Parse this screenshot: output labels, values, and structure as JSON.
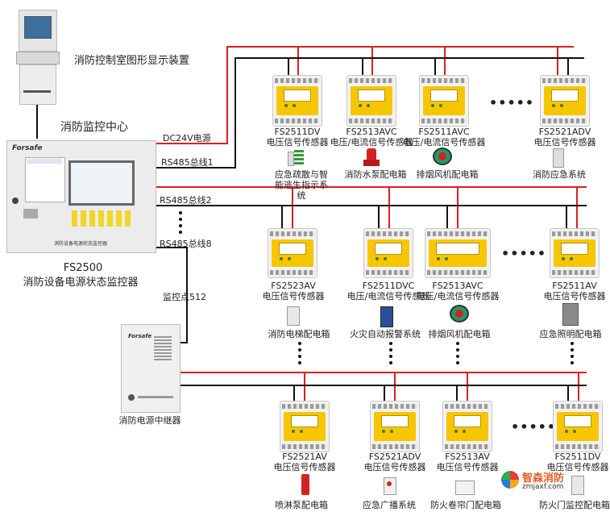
{
  "display_unit": {
    "label": "消防控制室图形显示装置"
  },
  "center_label": "消防监控中心",
  "monitor": {
    "brand": "Forsafe",
    "panel_text": "消防设备电源状态监控器",
    "model": "FS2500",
    "name": "消防设备电源状态监控器"
  },
  "bus_labels": {
    "dc24v": "DC24V电源",
    "rs485_1": "RS485总线1",
    "rs485_2": "RS485总线2",
    "rs485_8": "RS485总线8",
    "point512": "监控点512"
  },
  "relay": {
    "brand": "Forsafe",
    "name": "消防电源中继器"
  },
  "row1": {
    "sensors": [
      {
        "model": "FS2511DV",
        "type": "电压信号传感器"
      },
      {
        "model": "FS2513AVC",
        "type": "电压/电流信号传感器"
      },
      {
        "model": "FS2511AVC",
        "type": "电压/电流信号传感器"
      },
      {
        "model": "FS2521ADV",
        "type": "电压信号传感器"
      }
    ],
    "devices": [
      "应急疏散与智能逃生指示系统",
      "消防水泵配电箱",
      "排烟风机配电箱",
      "消防应急系统"
    ]
  },
  "row2": {
    "sensors": [
      {
        "model": "FS2523AV",
        "type": "电压信号传感器"
      },
      {
        "model": "FS2511DVC",
        "type": "电压/电流信号传感器"
      },
      {
        "model": "FS2513AVC",
        "type": "电压/电流信号传感器"
      },
      {
        "model": "FS2511AV",
        "type": "电压信号传感器"
      }
    ],
    "devices": [
      "消防电梯配电箱",
      "火灾自动报警系统",
      "排烟风机配电箱",
      "应急照明配电箱"
    ]
  },
  "row3": {
    "sensors": [
      {
        "model": "FS2521AV",
        "type": "电压信号传感器"
      },
      {
        "model": "FS2521ADV",
        "type": "电压信号传感器"
      },
      {
        "model": "FS2513AV",
        "type": "电压信号传感器"
      },
      {
        "model": "FS2511DV",
        "type": "电压信号传感器"
      }
    ],
    "devices": [
      "喷淋泵配电箱",
      "应急广播系统",
      "防火卷帘门配电箱",
      "防火门监控配电箱"
    ]
  },
  "ellipsis": "•••••",
  "watermark": {
    "name": "智森消防",
    "url": "zmjaxf.com"
  },
  "colors": {
    "power_line": "#e01e1e",
    "bus_line": "#111111",
    "sensor_yellow": "#f7c600"
  }
}
